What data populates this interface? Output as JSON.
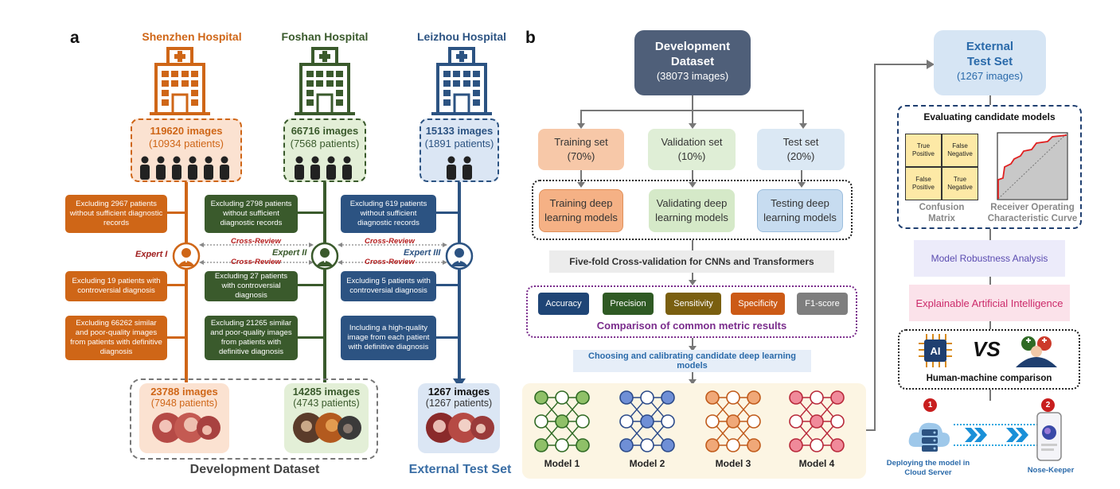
{
  "panel_a": {
    "letter": "a",
    "hospitals": [
      {
        "name": "Shenzhen Hospital",
        "images": "119620 images",
        "patients": "(10934 patients)",
        "color": "#cf6617"
      },
      {
        "name": "Foshan Hospital",
        "images": "66716 images",
        "patients": "(7568 patients)",
        "color": "#3a5a2c"
      },
      {
        "name": "Leizhou Hospital",
        "images": "15133 images",
        "patients": "(1891 patients)",
        "color": "#2c5382"
      }
    ],
    "exclusions": {
      "shenzhen": [
        "Excluding 2967 patients without sufficient diagnostic records",
        "Excluding 19 patients with controversial diagnosis",
        "Excluding 66262 similar and poor-quality images from patients with definitive diagnosis"
      ],
      "foshan": [
        "Excluding 2798 patients without sufficient diagnostic records",
        "Excluding 27 patients with controversial diagnosis",
        "Excluding 21265 similar and poor-quality images from patients with definitive diagnosis"
      ],
      "leizhou": [
        "Excluding 619 patients without sufficient diagnostic records",
        "Excluding  5 patients with controversial diagnosis",
        "Including a high-quality image from each patient with definitive diagnosis"
      ]
    },
    "experts": [
      "Expert I",
      "Expert II",
      "Expert III"
    ],
    "cross_review": "Cross-Review",
    "results": [
      {
        "images": "23788 images",
        "patients": "(7948 patients)"
      },
      {
        "images": "14285 images",
        "patients": "(4743 patients)"
      },
      {
        "images": "1267 images",
        "patients": "(1267 patients)"
      }
    ],
    "development_dataset": "Development Dataset",
    "external_test_set": "External Test Set"
  },
  "panel_b": {
    "letter": "b",
    "dev_box": {
      "title1": "Development",
      "title2": "Dataset",
      "count": "(38073 images)"
    },
    "sets": [
      {
        "name": "Training set",
        "pct": "(70%)"
      },
      {
        "name": "Validation set",
        "pct": "(10%)"
      },
      {
        "name": "Test set",
        "pct": "(20%)"
      }
    ],
    "steps": [
      "Training deep learning models",
      "Validating deep learning models",
      "Testing deep learning models"
    ],
    "cv_label": "Five-fold Cross-validation for CNNs and Transformers",
    "metrics": [
      "Accuracy",
      "Precision",
      "Sensitivity",
      "Specificity",
      "F1-score"
    ],
    "metrics_title": "Comparison of common metric results",
    "choosing": "Choosing and calibrating candidate deep learning models",
    "models": [
      "Model 1",
      "Model 2",
      "Model 3",
      "Model 4"
    ],
    "external": {
      "title1": "External",
      "title2": "Test Set",
      "count": "(1267 images)"
    },
    "evaluating": "Evaluating candidate models",
    "confusion": {
      "cells": [
        "True Positive",
        "False Negative",
        "False Positive",
        "True Negative"
      ],
      "label1": "Confusion",
      "label2": "Matrix"
    },
    "roc": {
      "label1": "Receiver Operating",
      "label2": "Characteristic Curve"
    },
    "robustness": "Model Robustness Analysis",
    "xai": "Explainable Artificial Intelligence",
    "ai_chip": "AI",
    "vs": "VS",
    "hm": "Human-machine comparison",
    "deploy": {
      "step1": "1",
      "step2": "2",
      "label1a": "Deploying the model in",
      "label1b": "Cloud Server",
      "label2": "Nose-Keeper"
    }
  }
}
